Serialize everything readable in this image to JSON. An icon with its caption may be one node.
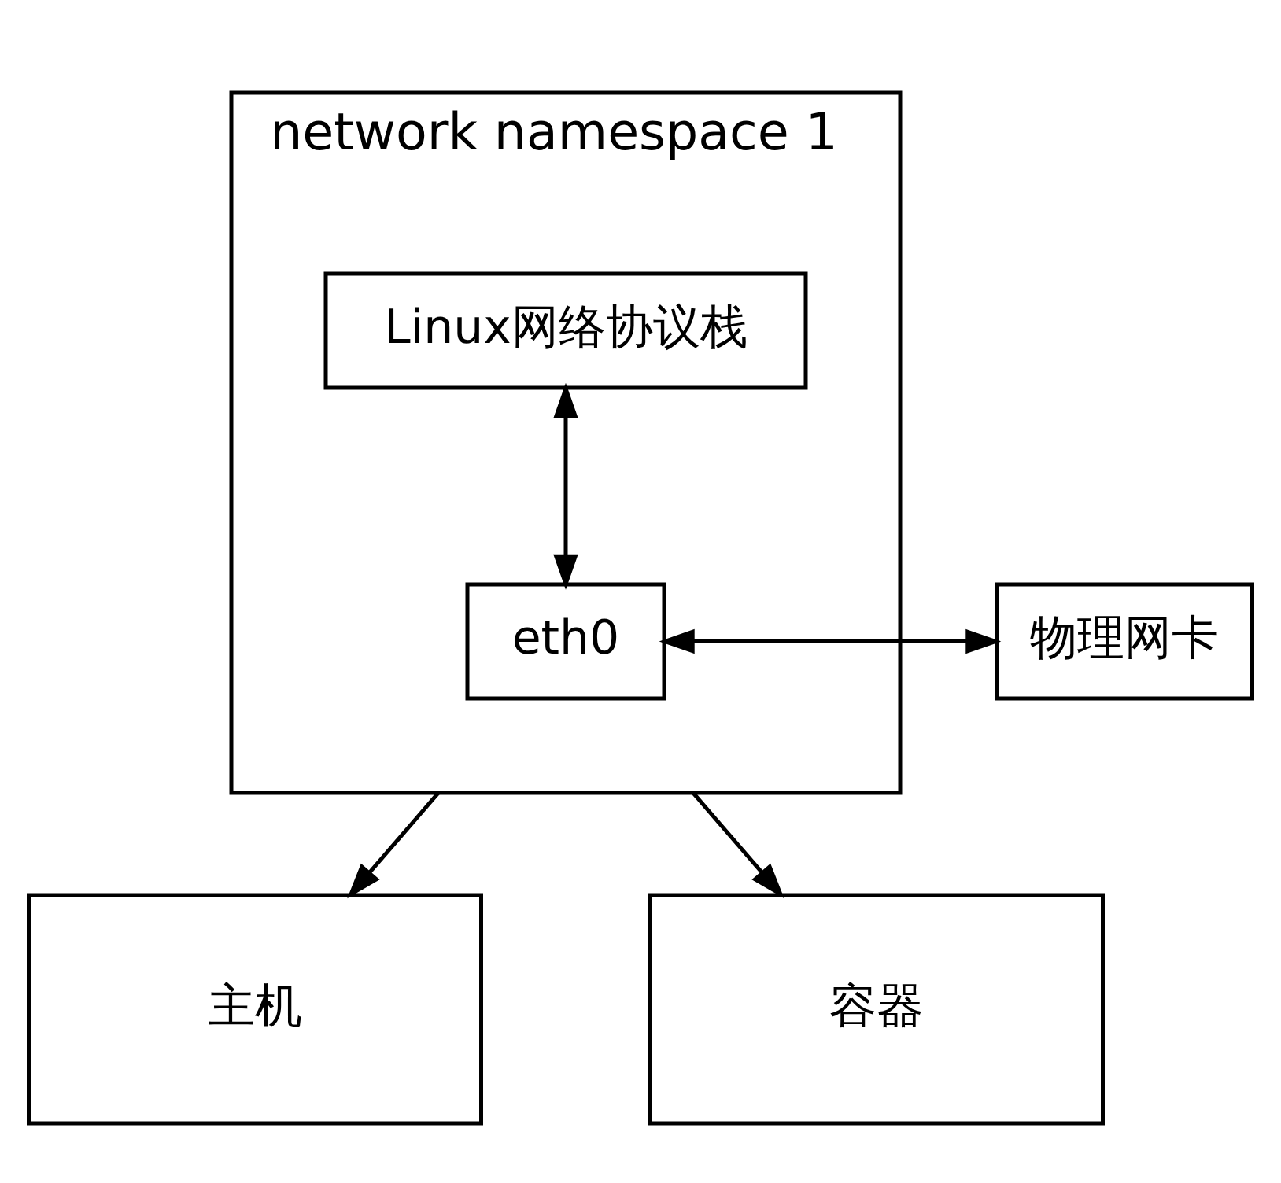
{
  "diagram": {
    "nodes": [
      {
        "text": [
          "network namespace 1"
        ]
      },
      {
        "text": [
          "Linux网络协议栈"
        ],
        "in": 0
      },
      {
        "text": [
          "eth0"
        ],
        "in": 0
      },
      {
        "text": [
          "物理网卡"
        ]
      },
      {
        "text": [
          "主机"
        ]
      },
      {
        "text": [
          "容器"
        ]
      }
    ],
    "edges": [
      {
        "from": 1,
        "to": 2,
        "arrow": "both"
      },
      {
        "from": 3,
        "to": 2,
        "arrow": "both"
      },
      {
        "from": 0,
        "to": 4,
        "arrow": "to"
      },
      {
        "from": 0,
        "to": 5,
        "arrow": "to"
      }
    ]
  }
}
